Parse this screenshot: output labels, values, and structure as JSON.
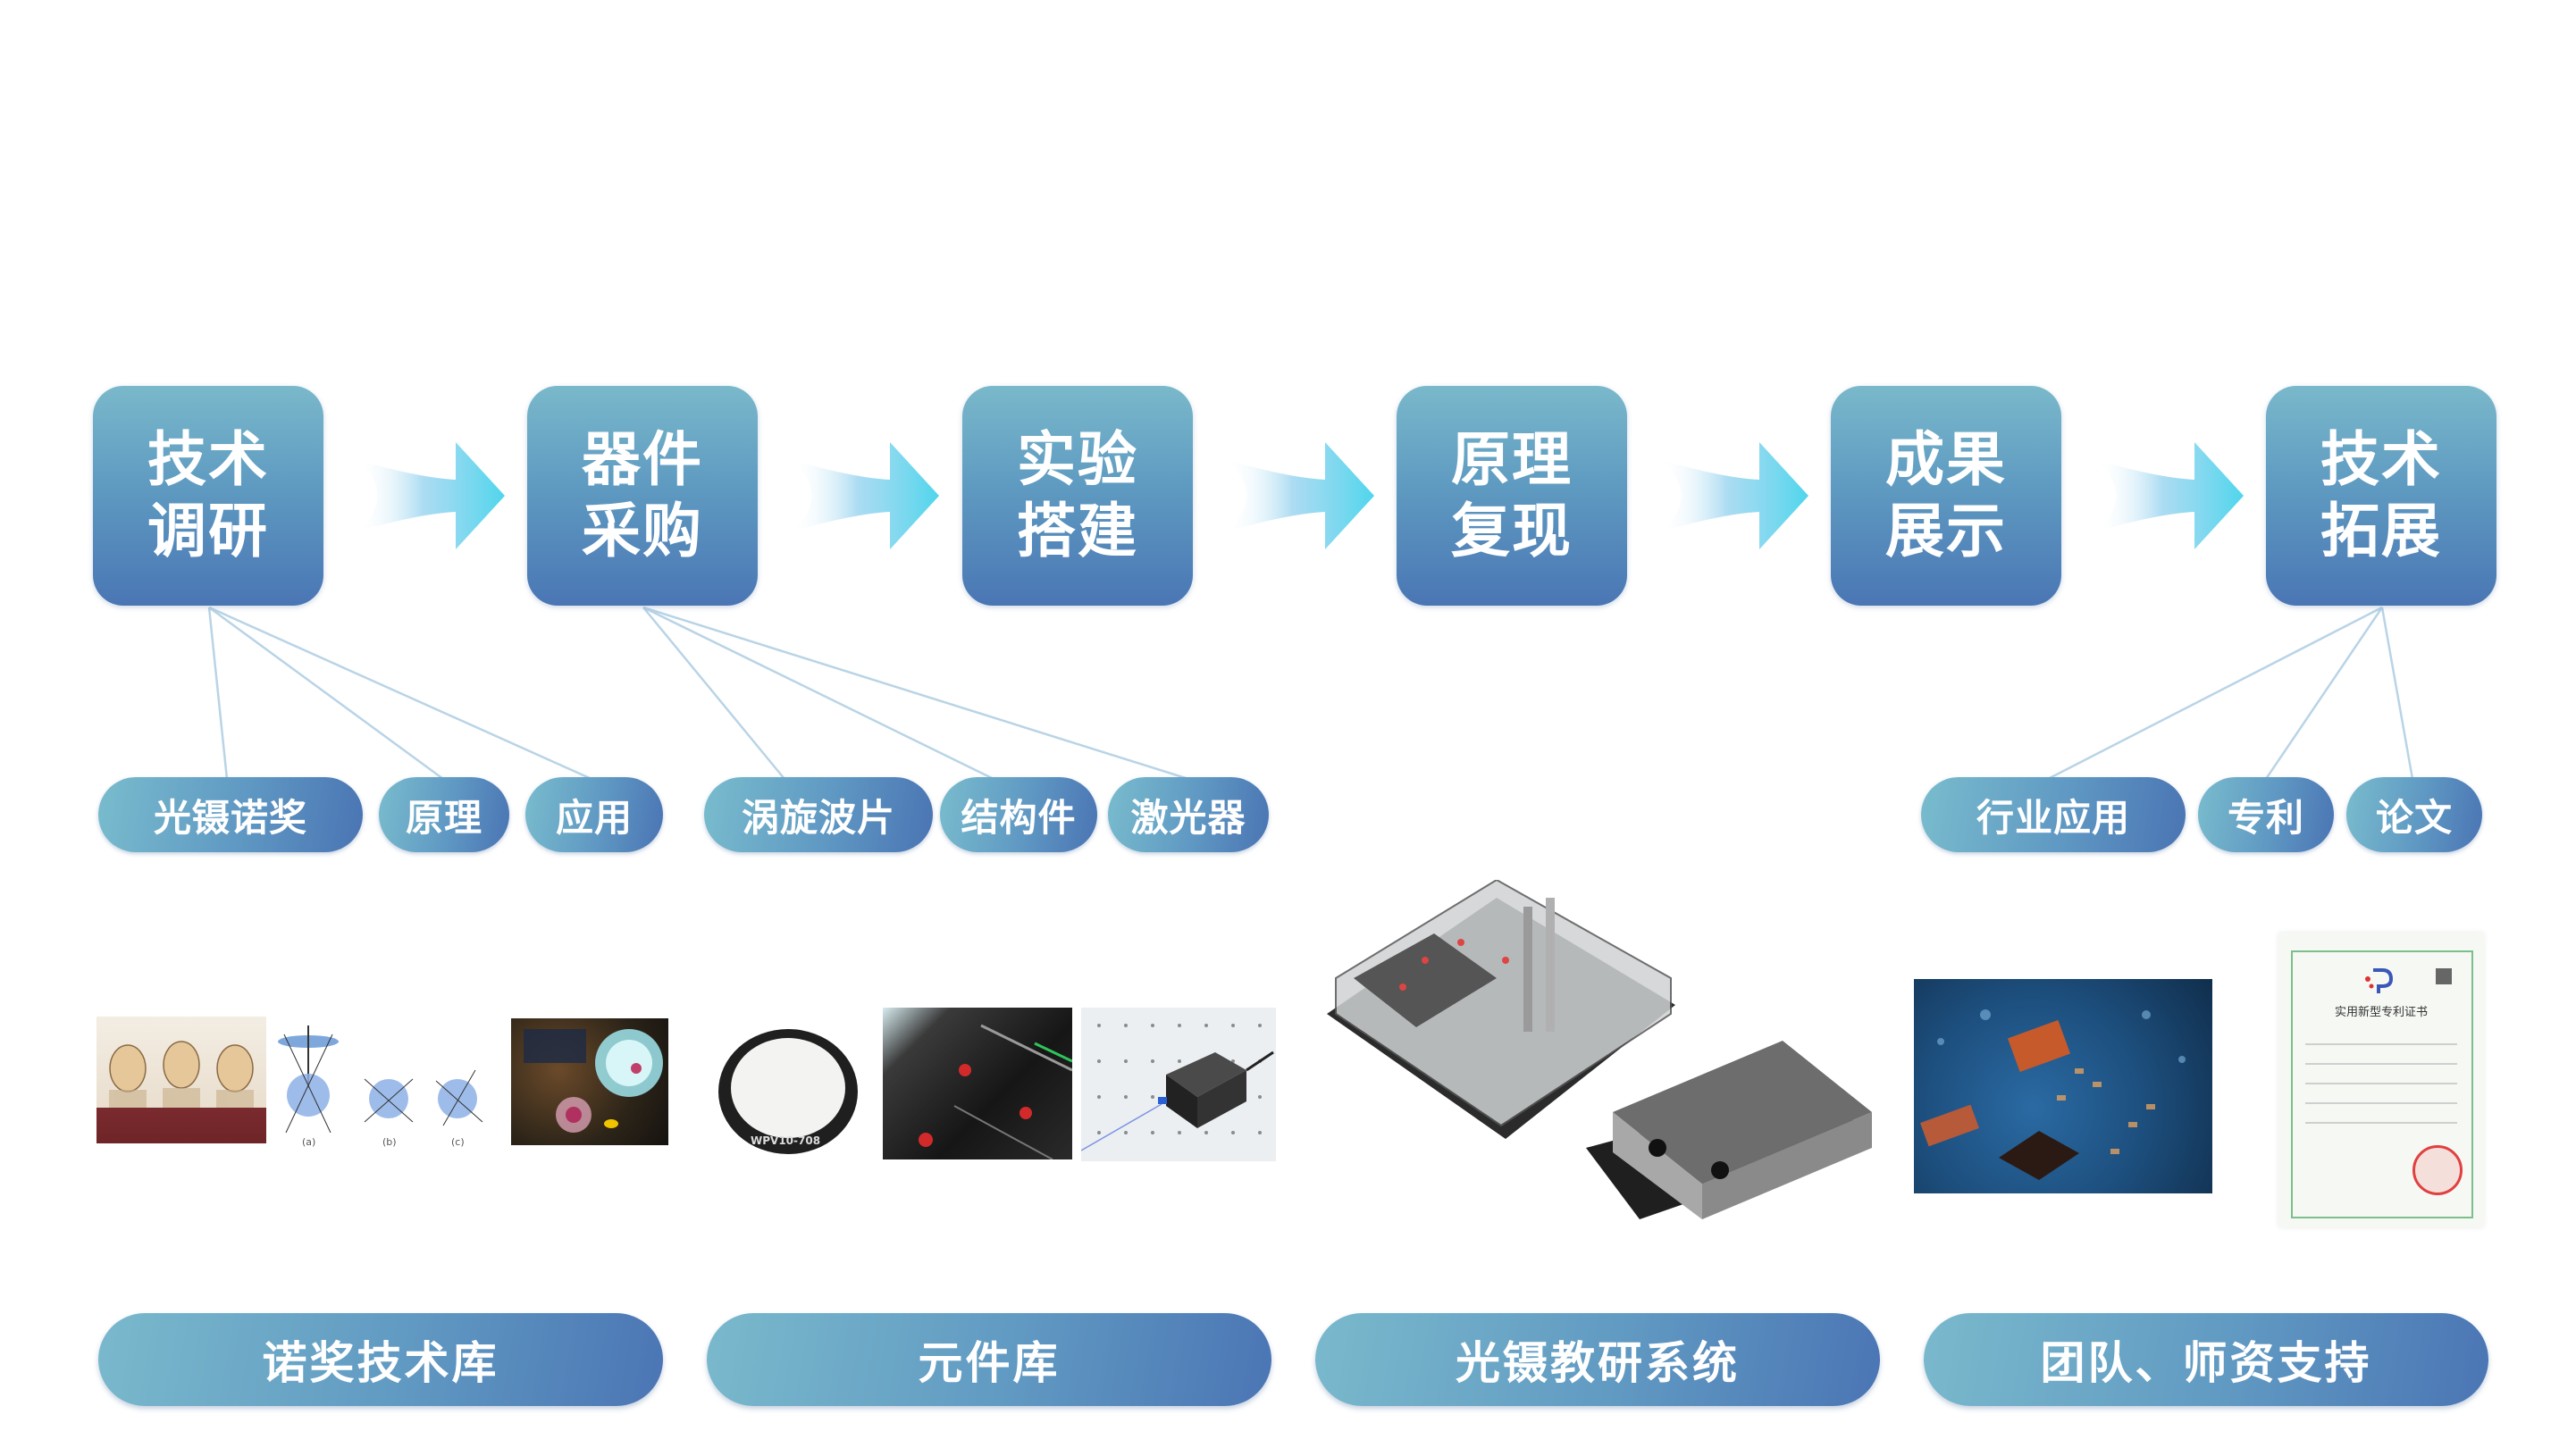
{
  "colors": {
    "box_top": "#7ab8cb",
    "box_bottom": "#4a76b4",
    "arrow": "#4fd2ea",
    "line": "#b7d3e6"
  },
  "steps": [
    {
      "label": "技术调研"
    },
    {
      "label": "器件采购"
    },
    {
      "label": "实验搭建"
    },
    {
      "label": "原理复现"
    },
    {
      "label": "成果展示"
    },
    {
      "label": "技术拓展"
    }
  ],
  "tags": {
    "research": [
      "光镊诺奖",
      "原理",
      "应用"
    ],
    "procurement": [
      "涡旋波片",
      "结构件",
      "激光器"
    ],
    "extension": [
      "行业应用",
      "专利",
      "论文"
    ]
  },
  "images": {
    "nobel": {
      "name": "nobel-laureates-portrait"
    },
    "diagram": {
      "captions": [
        "(a)",
        "(b)",
        "(c)"
      ]
    },
    "cell": {
      "name": "optical-tweezers-cell-illustration"
    },
    "waveplate": {
      "label": "WPV10-708"
    },
    "structure": {
      "name": "optomechanical-structure"
    },
    "laser": {
      "name": "laser-module-on-breadboard"
    },
    "system": {
      "name": "optical-tweezers-teaching-system"
    },
    "pcb": {
      "name": "circuit-board"
    },
    "certificate": {
      "title": "实用新型专利证书"
    }
  },
  "footer": [
    "诺奖技术库",
    "元件库",
    "光镊教研系统",
    "团队、师资支持"
  ]
}
